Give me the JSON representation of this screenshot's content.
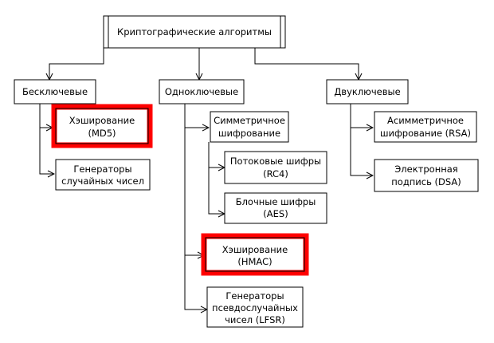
{
  "root": {
    "label": "Криптографические алгоритмы"
  },
  "categories": [
    {
      "label": "Бесключевые"
    },
    {
      "label": "Одноключевые"
    },
    {
      "label": "Двуключевые"
    }
  ],
  "keyless": [
    {
      "lines": [
        "Хэширование",
        "(MD5)"
      ],
      "highlighted": true
    },
    {
      "lines": [
        "Генераторы",
        "случайных чисел"
      ],
      "highlighted": false
    }
  ],
  "single_key": {
    "symmetric": {
      "lines": [
        "Симметричное",
        "шифрование"
      ]
    },
    "symmetric_children": [
      {
        "lines": [
          "Потоковые шифры",
          "(RC4)"
        ]
      },
      {
        "lines": [
          "Блочные шифры",
          "(AES)"
        ]
      }
    ],
    "hashing": {
      "lines": [
        "Хэширование",
        "(HMAC)"
      ],
      "highlighted": true
    },
    "prng": {
      "lines": [
        "Генераторы",
        "псевдослучайных",
        "чисел (LFSR)"
      ]
    }
  },
  "two_key": [
    {
      "lines": [
        "Асимметричное",
        "шифрование (RSA)"
      ]
    },
    {
      "lines": [
        "Электронная",
        "подпись (DSA)"
      ]
    }
  ],
  "colors": {
    "highlight": "#ff0000",
    "line": "#000000",
    "box_fill": "#ffffff"
  }
}
